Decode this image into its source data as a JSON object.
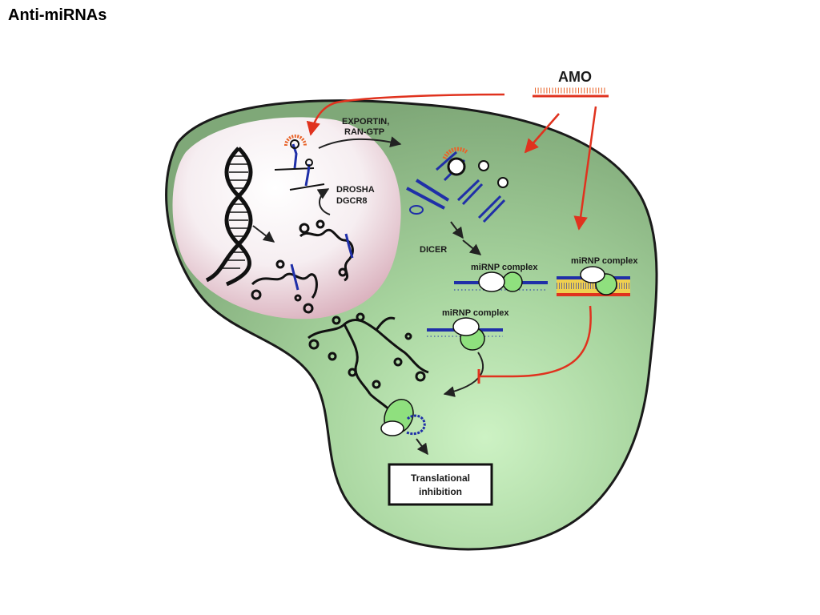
{
  "slide": {
    "title": "Anti-miRNAs"
  },
  "diagram": {
    "amo_label": "AMO",
    "exportin_line1": "EXPORTIN,",
    "exportin_line2": "RAN-GTP",
    "drosha_line1": "DROSHA",
    "drosha_line2": "DGCR8",
    "dicer_label": "DICER",
    "mirnp_label": "miRNP complex",
    "outcome_line1": "Translational",
    "outcome_line2": "inhibition"
  },
  "colors": {
    "cell": "#8fb98a",
    "nucleus": "#e8c7d0",
    "rna_blue": "#1f2fa8",
    "amo_red": "#e0321e",
    "loop_orange": "#e8642a",
    "protein_green": "#8fe07e"
  }
}
